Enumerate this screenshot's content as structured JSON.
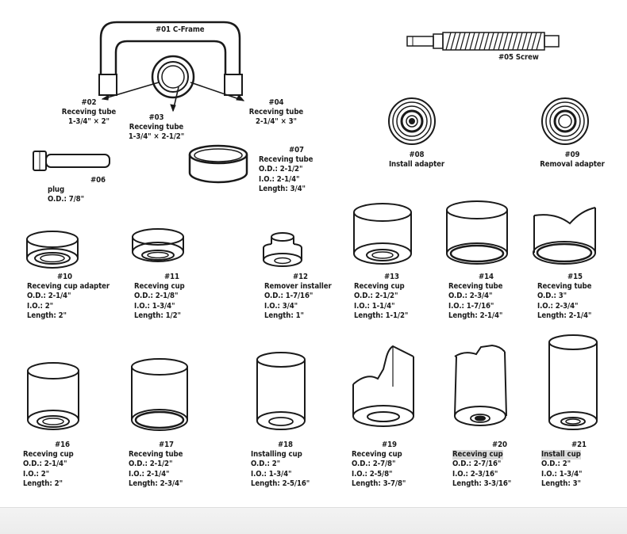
{
  "parts": {
    "p01": {
      "lines": [
        "#01 C-Frame"
      ]
    },
    "p02": {
      "lines": [
        "#02",
        "Receving tube",
        "1-3/4\" × 2\""
      ]
    },
    "p03": {
      "lines": [
        "#03",
        "Receving tube",
        "1-3/4\" × 2-1/2\""
      ]
    },
    "p04": {
      "lines": [
        "#04",
        "Receving tube",
        "2-1/4\" × 3\""
      ]
    },
    "p05": {
      "lines": [
        "#05 Screw"
      ]
    },
    "p06": {
      "lines": [
        "#06",
        "plug",
        "O.D.: 7/8\""
      ]
    },
    "p07": {
      "lines": [
        "#07",
        "Receving tube",
        "O.D.: 2-1/2\"",
        "I.O.: 2-1/4\"",
        "Length: 3/4\""
      ]
    },
    "p08": {
      "lines": [
        "#08",
        "Install adapter"
      ]
    },
    "p09": {
      "lines": [
        "#09",
        "Removal adapter"
      ]
    },
    "p10": {
      "lines": [
        "#10",
        "Receving cup adapter",
        "O.D.: 2-1/4\"",
        "I.O.: 2\"",
        "Length: 2\""
      ]
    },
    "p11": {
      "lines": [
        "#11",
        "Receving cup",
        "O.D.: 2-1/8\"",
        "I.O.: 1-3/4\"",
        "Length: 1/2\""
      ]
    },
    "p12": {
      "lines": [
        "#12",
        "Remover installer",
        "O.D.: 1-7/16\"",
        "I.O.: 3/4\"",
        "Length: 1\""
      ]
    },
    "p13": {
      "lines": [
        "#13",
        "Receving cup",
        "O.D.: 2-1/2\"",
        "I.O.: 1-1/4\"",
        "Length: 1-1/2\""
      ]
    },
    "p14": {
      "lines": [
        "#14",
        "Receving tube",
        "O.D.: 2-3/4\"",
        "I.O.: 1-7/16\"",
        "Length: 2-1/4\""
      ]
    },
    "p15": {
      "lines": [
        "#15",
        "Receving tube",
        "O.D.: 3\"",
        "I.O.: 2-3/4\"",
        "Length: 2-1/4\""
      ]
    },
    "p16": {
      "lines": [
        "#16",
        "Receving cup",
        "O.D.: 2-1/4\"",
        "I.O.: 2\"",
        "Length: 2\""
      ]
    },
    "p17": {
      "lines": [
        "#17",
        "Receving tube",
        "O.D.: 2-1/2\"",
        "I.O.: 2-1/4\"",
        "Length: 2-3/4\""
      ]
    },
    "p18": {
      "lines": [
        "#18",
        "Installing cup",
        "O.D.: 2\"",
        "I.O.: 1-3/4\"",
        "Length: 2-5/16\""
      ]
    },
    "p19": {
      "lines": [
        "#19",
        "Receving cup",
        "O.D.: 2-7/8\"",
        "I.O.: 2-5/8\"",
        "Length: 3-7/8\""
      ]
    },
    "p20": {
      "lines": [
        "#20",
        "Receving cup",
        "O.D.: 2-7/16\"",
        "I.O.: 2-3/16\"",
        "Length: 3-3/16\""
      ]
    },
    "p21": {
      "lines": [
        "#21",
        "Install cup",
        "O.D.: 2\"",
        "I.O.: 1-3/4\"",
        "Length: 3\""
      ]
    }
  }
}
